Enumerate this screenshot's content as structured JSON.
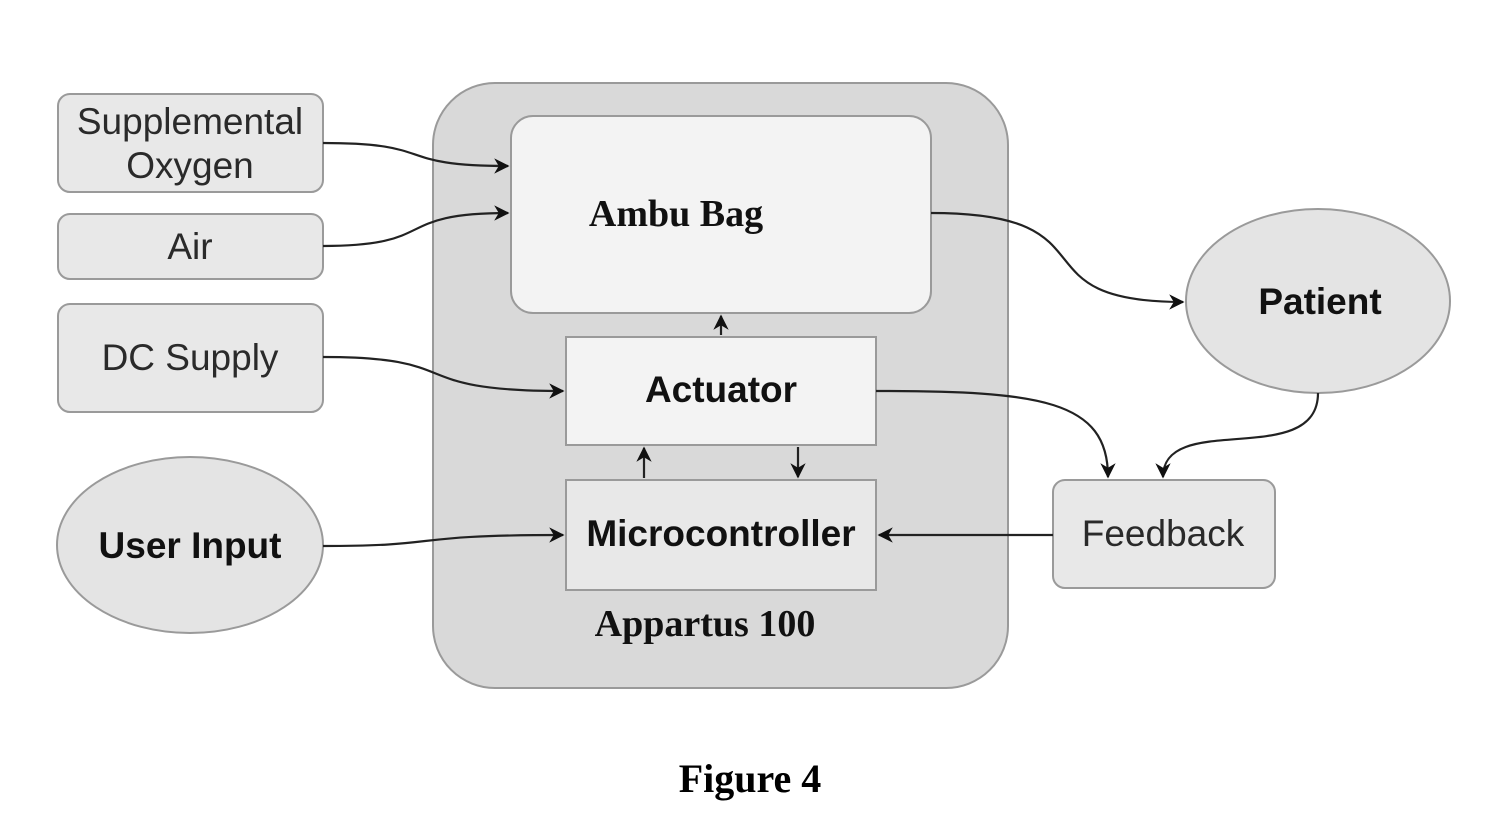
{
  "nodes": {
    "supplemental_oxygen": {
      "line1": "Supplemental",
      "line2": "Oxygen"
    },
    "air": {
      "label": "Air"
    },
    "dc_supply": {
      "label": "DC Supply"
    },
    "user_input": {
      "label": "User Input"
    },
    "apparatus": {
      "label": "Appartus 100"
    },
    "ambu_bag": {
      "label": "Ambu Bag"
    },
    "actuator": {
      "label": "Actuator"
    },
    "microcontroller": {
      "label": "Microcontroller"
    },
    "patient": {
      "label": "Patient"
    },
    "feedback": {
      "label": "Feedback"
    }
  },
  "caption": "Figure 4",
  "colors": {
    "stroke": "#9a9a9a",
    "arrow": "#222222",
    "container_fill": "#d9d9d9"
  }
}
